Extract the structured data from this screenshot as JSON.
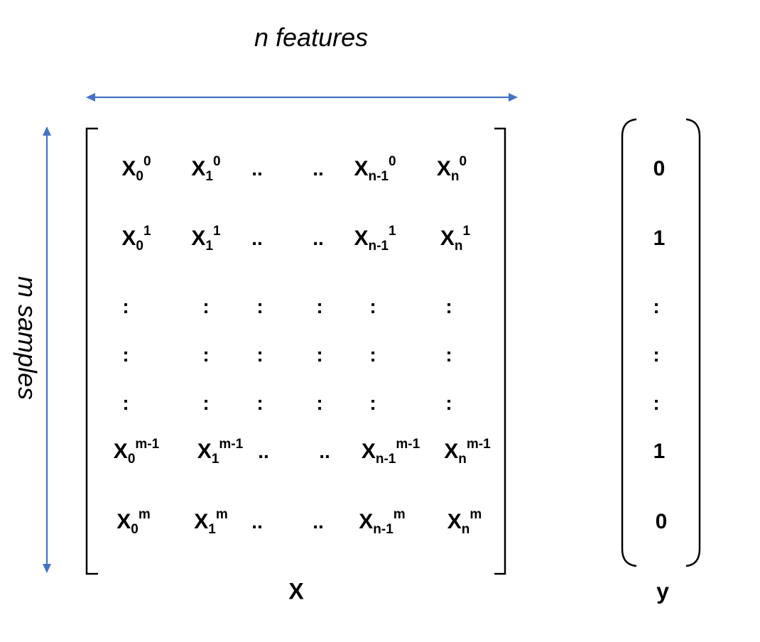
{
  "top_label": "n features",
  "side_label": "m samples",
  "matrix_label": "X",
  "vector_label": "y",
  "accent_color": "#4472c4",
  "matrix": {
    "rows": [
      [
        {
          "base": "X",
          "sub": "0",
          "sup": "0"
        },
        {
          "base": "X",
          "sub": "1",
          "sup": "0"
        },
        {
          "text": ".."
        },
        {
          "text": ".."
        },
        {
          "base": "X",
          "sub": "n-1",
          "sup": "0"
        },
        {
          "base": "X",
          "sub": "n",
          "sup": "0"
        }
      ],
      [
        {
          "base": "X",
          "sub": "0",
          "sup": "1"
        },
        {
          "base": "X",
          "sub": "1",
          "sup": "1"
        },
        {
          "text": ".."
        },
        {
          "text": ".."
        },
        {
          "base": "X",
          "sub": "n-1",
          "sup": "1"
        },
        {
          "base": "X",
          "sub": "n",
          "sup": "1"
        }
      ],
      [
        {
          "text": ":"
        },
        {
          "text": ":"
        },
        {
          "text": ":"
        },
        {
          "text": ":"
        },
        {
          "text": ":"
        },
        {
          "text": ":"
        }
      ],
      [
        {
          "text": ":"
        },
        {
          "text": ":"
        },
        {
          "text": ":"
        },
        {
          "text": ":"
        },
        {
          "text": ":"
        },
        {
          "text": ":"
        }
      ],
      [
        {
          "text": ":"
        },
        {
          "text": ":"
        },
        {
          "text": ":"
        },
        {
          "text": ":"
        },
        {
          "text": ":"
        },
        {
          "text": ":"
        }
      ],
      [
        {
          "base": "X",
          "sub": "0",
          "sup": "m-1"
        },
        {
          "base": "X",
          "sub": "1",
          "sup": "m-1"
        },
        {
          "text": ".."
        },
        {
          "text": ".."
        },
        {
          "base": "X",
          "sub": "n-1",
          "sup": "m-1"
        },
        {
          "base": "X",
          "sub": "n",
          "sup": "m-1"
        }
      ],
      [
        {
          "base": "X",
          "sub": "0",
          "sup": "m"
        },
        {
          "base": "X",
          "sub": "1",
          "sup": "m"
        },
        {
          "text": ".."
        },
        {
          "text": ".."
        },
        {
          "base": "X",
          "sub": "n-1",
          "sup": "m"
        },
        {
          "base": "X",
          "sub": "n",
          "sup": "m"
        }
      ]
    ]
  },
  "y_values": [
    "0",
    "1",
    ":",
    ":",
    ":",
    "1",
    "0"
  ]
}
